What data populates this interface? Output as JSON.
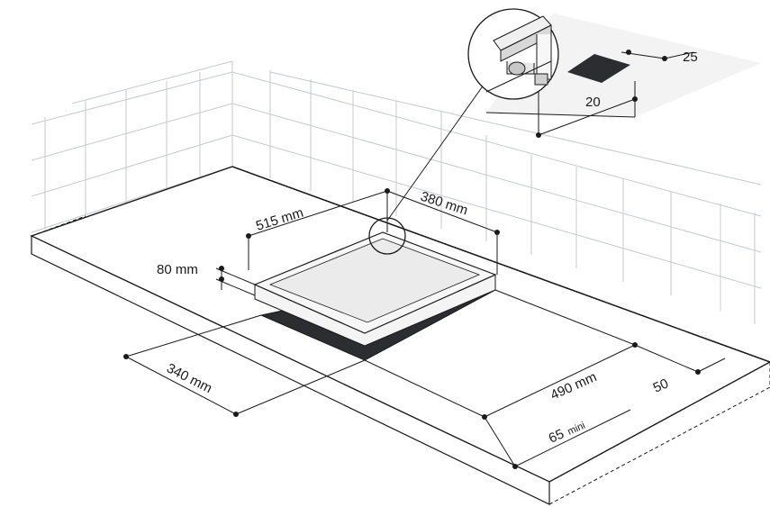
{
  "dimensions": {
    "cutout_depth": "515 mm",
    "cutout_width_ref": "380 mm",
    "hob_height": "80 mm",
    "front_distance": "340 mm",
    "cutout_length": "490 mm",
    "side_distance": "50",
    "min_distance_value": "65",
    "min_distance_suffix": "mini",
    "detail_gap_top": "25",
    "detail_gap_bottom": "20"
  },
  "colors": {
    "line": "#1a1a1a",
    "tile": "#c7ccd1",
    "surface": "#ffffff",
    "cutout": "#2b2d31",
    "hob_glass": "#eeeeee",
    "hob_frame": "#f4f4f4"
  }
}
